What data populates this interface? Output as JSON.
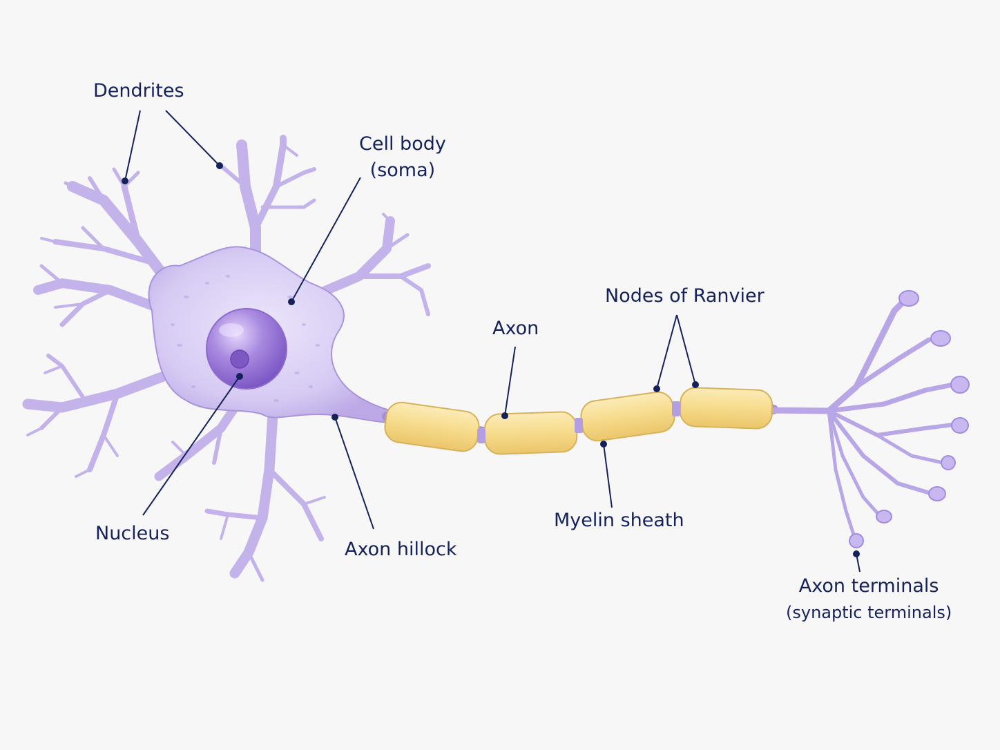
{
  "labels": {
    "dendrites": "Dendrites",
    "cell_body_line1": "Cell body",
    "cell_body_line2": "(soma)",
    "nodes_of_ranvier": "Nodes of Ranvier",
    "axon": "Axon",
    "nucleus": "Nucleus",
    "axon_hillock": "Axon hillock",
    "myelin_sheath": "Myelin sheath",
    "axon_terminals_line1": "Axon terminals",
    "axon_terminals_line2": "(synaptic terminals)"
  },
  "colors": {
    "background": "#f7f7f8",
    "cell": "#c8b8ec",
    "cell_edge": "#9e86d6",
    "nucleus": "#9b78d6",
    "myelin": "#f6d98a",
    "myelin_edge": "#d9b45a",
    "label_text": "#14215a",
    "leader_line": "#14215a"
  }
}
